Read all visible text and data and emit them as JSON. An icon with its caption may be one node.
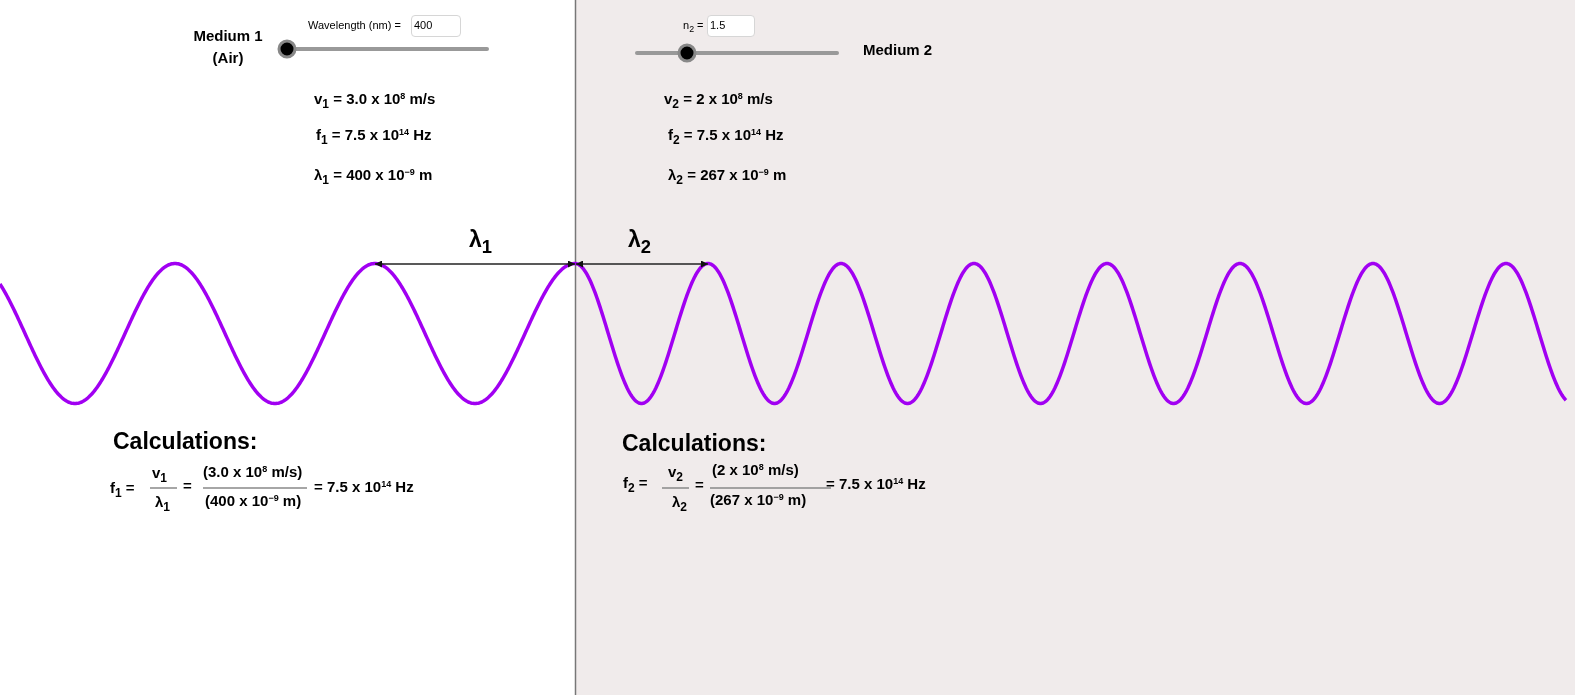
{
  "diagram": {
    "labels": [
      "Medium 1 (Air)",
      "Wavelength (nm) =",
      "400",
      "n$_{2}$ =",
      "1.5",
      "Medium 2",
      "v$_{1}$ = 3.0 x 10$^{8}$ m/s",
      "v$_{2}$ = 2 x 10$^{8}$ m/s",
      "f$_{1}$ = 7.5 x 10$^{14}$ Hz",
      "f$_{2}$ = 7.5 x 10$^{14}$ Hz",
      "λ$_{1}$ = 400 x 10$^{−9}$ m",
      "λ$_{2}$ = 267 x 10$^{−9}$ m",
      "λ$_{1}$",
      "λ$_{2}$",
      "Calculations:",
      "Calculations:",
      "f$_{1}$ =",
      "v$_{1}$",
      "λ$_{1}$",
      "=",
      "(3.0 x 10$^{8}$ m/s)",
      "(400 x 10$^{−9}$ m)",
      "= 7.5 x 10$^{14}$ Hz",
      "f$_{2}$ =",
      "v$_{2}$",
      "λ$_{2}$",
      "=",
      "(2 x 10$^{8}$ m/s)",
      "(267 x 10$^{−9}$ m)",
      "= 7.5 x 10$^{14}$ Hz"
    ]
  }
}
